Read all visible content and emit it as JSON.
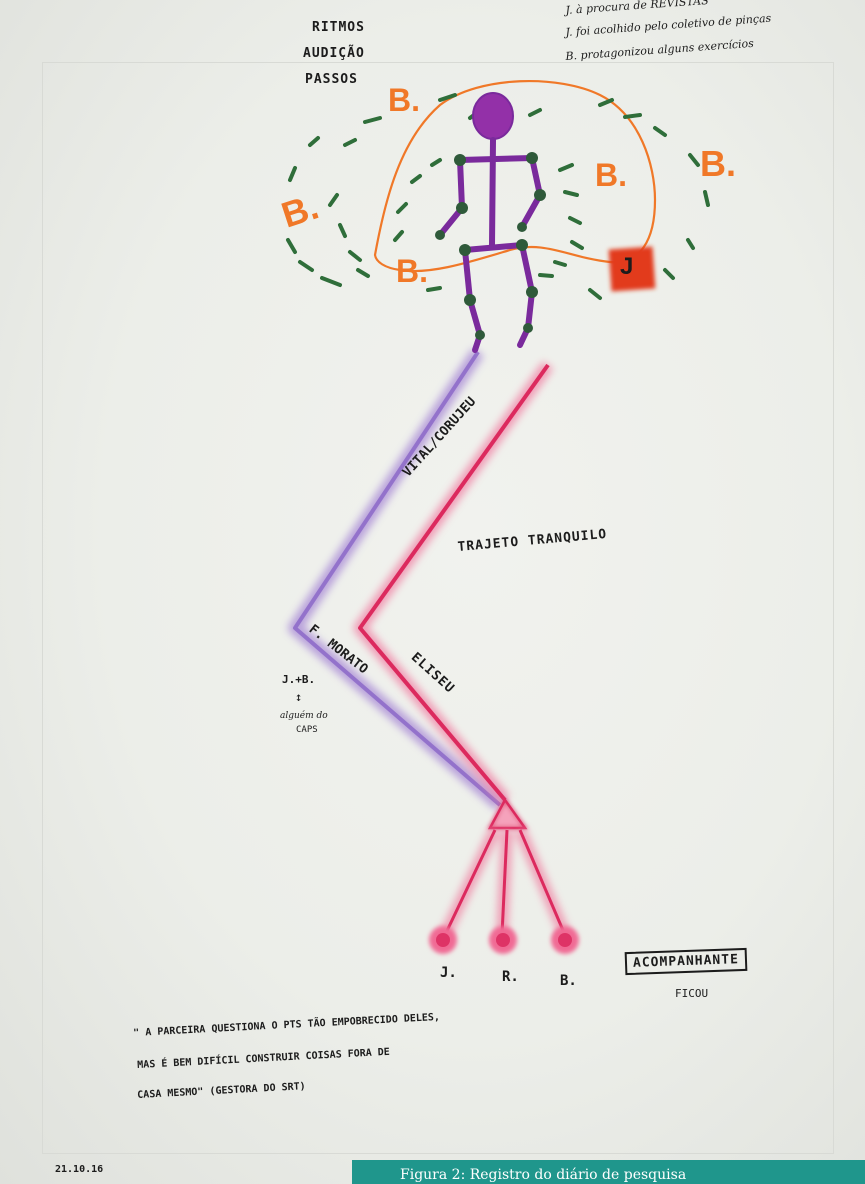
{
  "top_left_notes": [
    "RITMOS",
    "AUDIÇÃO",
    "PASSOS"
  ],
  "top_right_notes": [
    "J. à procura de REVISTAS",
    "J. foi acolhido pelo coletivo de pinças",
    "B. protagonizou alguns exercícios"
  ],
  "b_marks": [
    "B.",
    "B.",
    "B.",
    "B.",
    "B."
  ],
  "j_mark": "J",
  "route_labels": {
    "vital": "VITAL/CORUJEU",
    "trajeto": "TRAJETO TRANQUILO",
    "morato": "F. MORATO",
    "eliseu": "ELISEU"
  },
  "side_note": {
    "line1": "J.+B.",
    "arrow": "↕",
    "line2": "alguém do",
    "line3": "CAPS"
  },
  "persons": [
    "J.",
    "R.",
    "B."
  ],
  "acompanhante": "ACOMPANHANTE",
  "ficou": "FICOU",
  "quote": [
    "\" A PARCEIRA QUESTIONA O PTS TÃO EMPOBRECIDO DELES,",
    "MAS É BEM DIFÍCIL CONSTRUIR COISAS FORA DE",
    "CASA MESMO\" (GESTORA DO SRT)"
  ],
  "date": "21.10.16",
  "caption": "Figura 2: Registro do diário de pesquisa",
  "colors": {
    "purple": "#7a2a9c",
    "pink": "#e0306a",
    "orange": "#f07828",
    "green": "#2f6e3a",
    "red": "#e23a1e",
    "teal": "#1f968c"
  }
}
